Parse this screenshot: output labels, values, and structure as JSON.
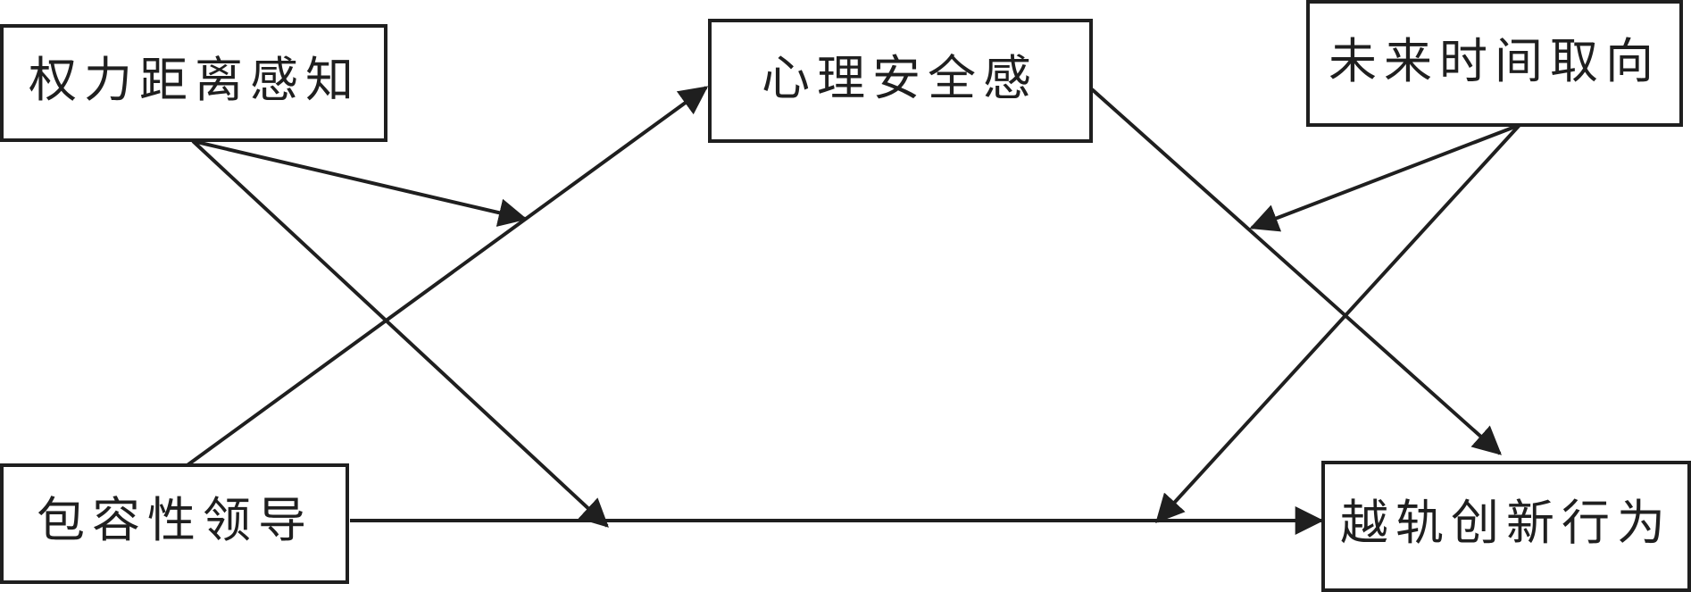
{
  "nodes": {
    "power_distance": "权力距离感知",
    "psych_safety": "心理安全感",
    "future_orientation": "未来时间取向",
    "inclusive_leadership": "包容性领导",
    "deviant_innovation": "越轨创新行为"
  },
  "colors": {
    "line": "#1f1f1f",
    "background": "#ffffff"
  }
}
